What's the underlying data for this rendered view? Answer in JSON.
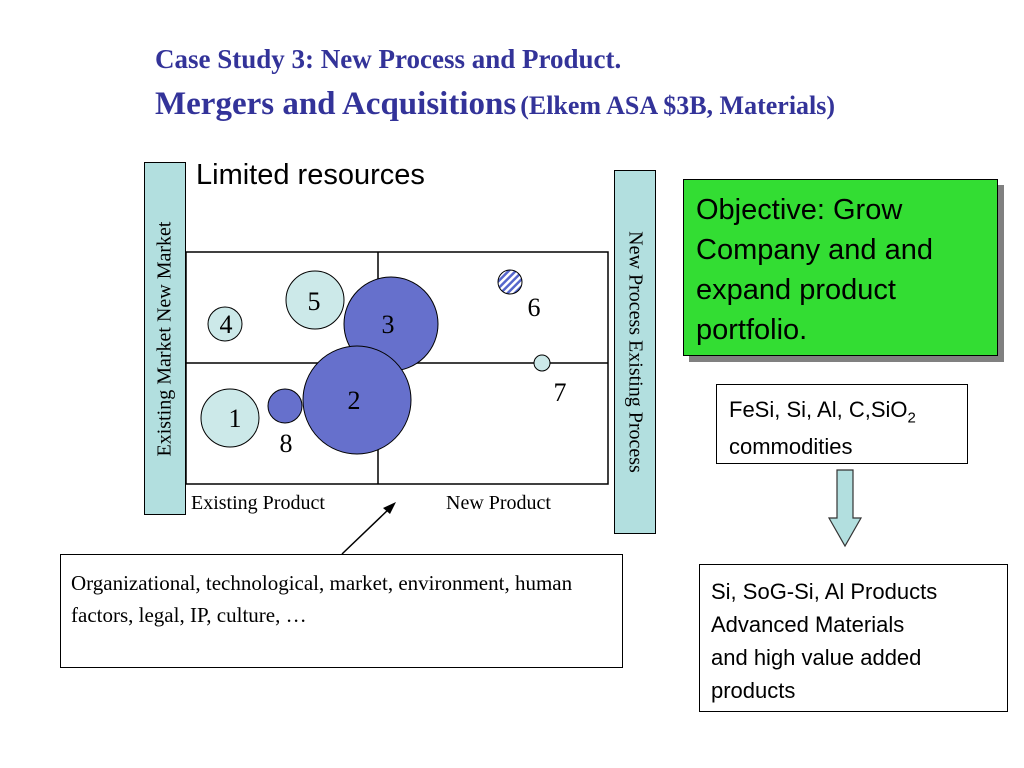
{
  "header": {
    "title_line1": "Case Study 3: New Process and Product.",
    "title_line2_main": "Mergers and Acquisitions",
    "title_line2_sub": "(Elkem ASA $3B, Materials)"
  },
  "matrix": {
    "heading": "Limited resources",
    "left_label": "Existing Market  New Market",
    "right_label": "New Process  Existing Process",
    "x_left_label": "Existing Product",
    "x_right_label": "New Product",
    "bubbles": [
      {
        "label": "1",
        "fill": "#cce9e9"
      },
      {
        "label": "2",
        "fill": "#6670cc"
      },
      {
        "label": "3",
        "fill": "#6670cc"
      },
      {
        "label": "4",
        "fill": "#cce9e9"
      },
      {
        "label": "5",
        "fill": "#cce9e9"
      },
      {
        "label": "6",
        "fill": "hatched"
      },
      {
        "label": "7",
        "fill": "#cce9e9"
      },
      {
        "label": "8",
        "fill": "#6670cc"
      }
    ]
  },
  "objective": {
    "text": "Objective: Grow Company and and expand product portfolio.",
    "color": "#33dd33"
  },
  "commodities": {
    "text_prefix": "FeSi, Si, Al, C,SiO",
    "subscript": "2",
    "text_suffix": "commodities"
  },
  "products": {
    "line1": "Si, SoG-Si, Al Products",
    "line2": "Advanced Materials",
    "line3": "and high value added",
    "line4": "products"
  },
  "factors": {
    "text": "Organizational, technological, market, environment, human factors, legal, IP, culture, …"
  }
}
